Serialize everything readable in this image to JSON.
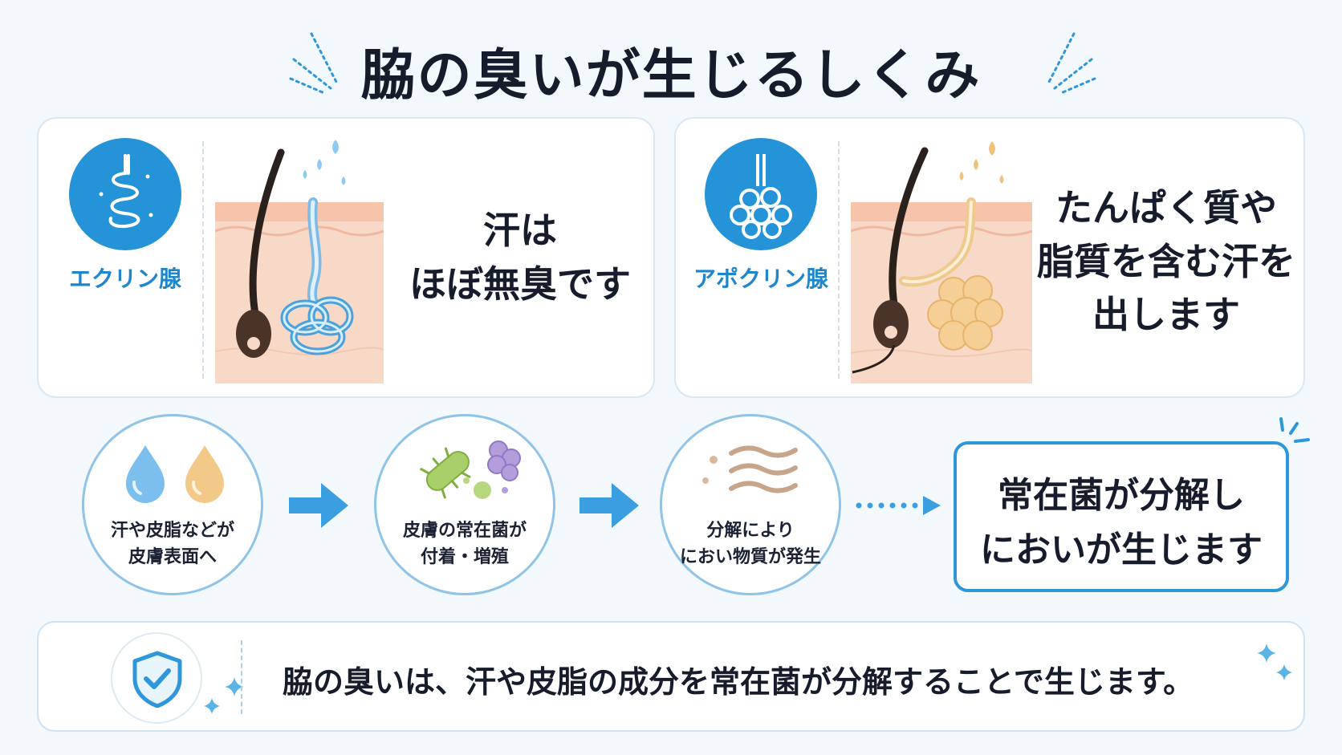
{
  "title": "脇の臭いが生じるしくみ",
  "eccrine": {
    "label": "エクリン腺",
    "description_line1": "汗は",
    "description_line2": "ほぼ無臭です",
    "color": "#2493d8"
  },
  "apocrine": {
    "label": "アポクリン腺",
    "description_line1": "たんぱく質や",
    "description_line2": "脂質を含む汗を",
    "description_line3": "出します",
    "color": "#f0c27a"
  },
  "steps": [
    {
      "line1": "汗や皮脂などが",
      "line2": "皮膚表面へ",
      "icon": "sweat-drops-icon"
    },
    {
      "line1": "皮膚の常在菌が",
      "line2": "付着・増殖",
      "icon": "bacteria-icon"
    },
    {
      "line1": "分解により",
      "line2": "におい物質が発生",
      "icon": "odor-waves-icon"
    }
  ],
  "result": {
    "line1": "常在菌が分解し",
    "line2": "においが生じます"
  },
  "summary": {
    "text": "脇の臭いは、汗や皮脂の成分を常在菌が分解することで生じます。",
    "icon": "shield-check-icon"
  },
  "colors": {
    "accent": "#2d97d9",
    "background": "#f3f8fd",
    "skin": "#f8d9c8"
  }
}
